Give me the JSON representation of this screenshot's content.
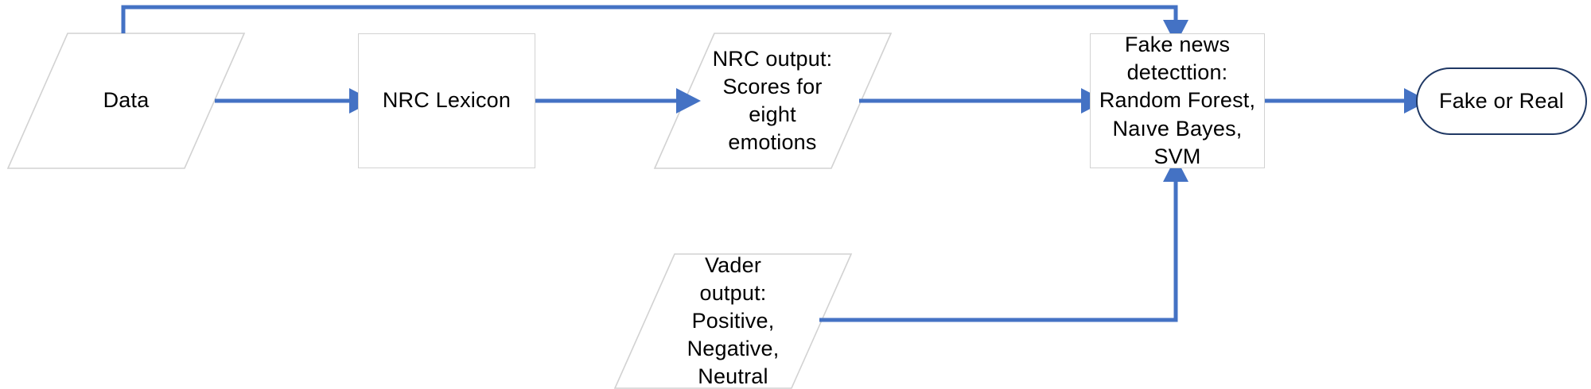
{
  "diagram": {
    "title": "Fake news detection pipeline flowchart",
    "accent_arrow_color": "#4472C4",
    "shape_outline_color": "#D2D2D2",
    "terminator_outline_color": "#1F3864",
    "background": "#FFFFFF",
    "nodes": [
      {
        "id": "data",
        "shape": "parallelogram",
        "label": "Data"
      },
      {
        "id": "nrc-lexicon",
        "shape": "rectangle",
        "label": "NRC Lexicon"
      },
      {
        "id": "nrc-output",
        "shape": "parallelogram",
        "label": "NRC output:\nScores for\neight\nemotions"
      },
      {
        "id": "fake-news-detection",
        "shape": "rectangle",
        "label": "Fake news\ndetecttion:\nRandom Forest,\nNaıve Bayes,\nSVM"
      },
      {
        "id": "fake-or-real",
        "shape": "rounded-terminator",
        "label": "Fake or Real"
      },
      {
        "id": "vader-output",
        "shape": "parallelogram",
        "label": "Vader\noutput:\nPositive,\nNegative,\nNeutral"
      }
    ],
    "edges": [
      {
        "id": "data-to-nrc-lexicon",
        "from": "data",
        "to": "nrc-lexicon",
        "label": ""
      },
      {
        "id": "nrc-lexicon-to-nrc-output",
        "from": "nrc-lexicon",
        "to": "nrc-output",
        "label": ""
      },
      {
        "id": "nrc-output-to-detection",
        "from": "nrc-output",
        "to": "fake-news-detection",
        "label": ""
      },
      {
        "id": "detection-to-fake-or-real",
        "from": "fake-news-detection",
        "to": "fake-or-real",
        "label": ""
      },
      {
        "id": "vader-to-detection",
        "from": "vader-output",
        "to": "fake-news-detection",
        "label": ""
      },
      {
        "id": "data-feedback-to-detection",
        "from": "data",
        "to": "fake-news-detection",
        "label": ""
      }
    ]
  }
}
